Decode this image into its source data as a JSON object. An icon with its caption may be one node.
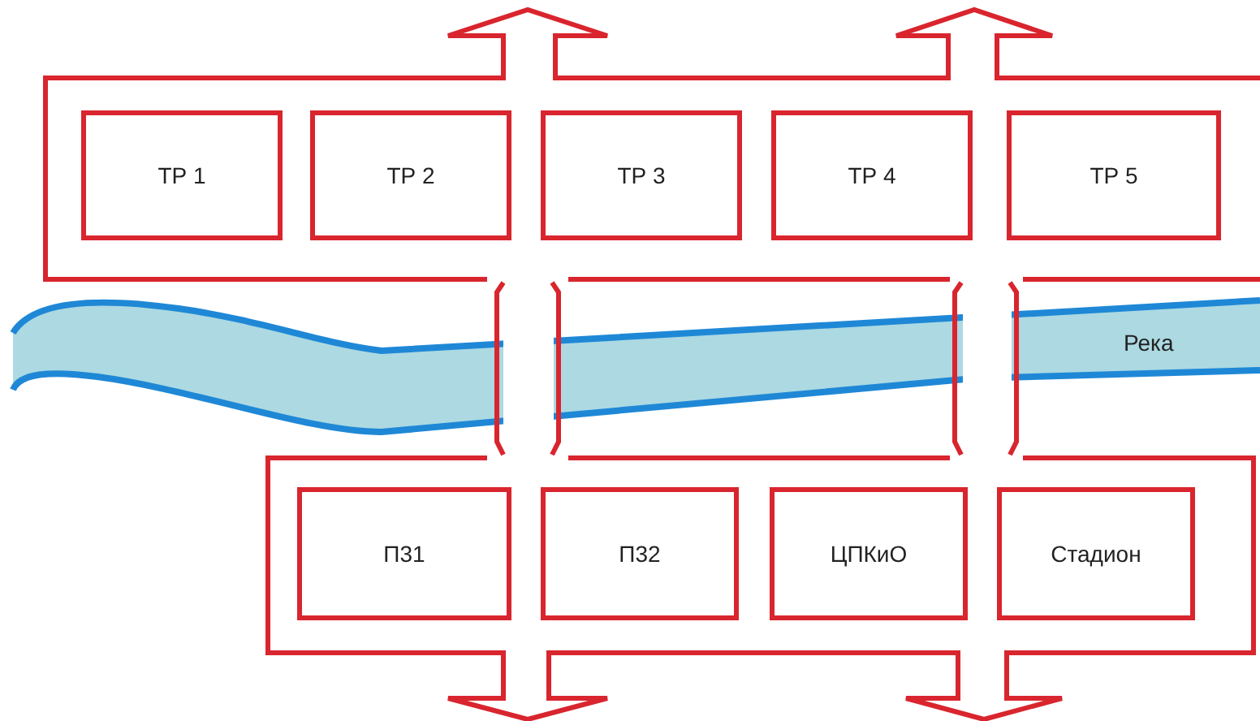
{
  "diagram": {
    "nodes": [
      {
        "text": [
          "ТР 1"
        ]
      },
      {
        "text": [
          "ТР 2"
        ]
      },
      {
        "text": [
          "ТР 3"
        ]
      },
      {
        "text": [
          "ТР 4"
        ]
      },
      {
        "text": [
          "ТР 5"
        ]
      },
      {
        "text": [
          "П31"
        ]
      },
      {
        "text": [
          "П32"
        ]
      },
      {
        "text": [
          "ЦПКиО"
        ]
      },
      {
        "text": [
          "Стадион"
        ]
      }
    ],
    "labels": [
      "Река"
    ]
  }
}
